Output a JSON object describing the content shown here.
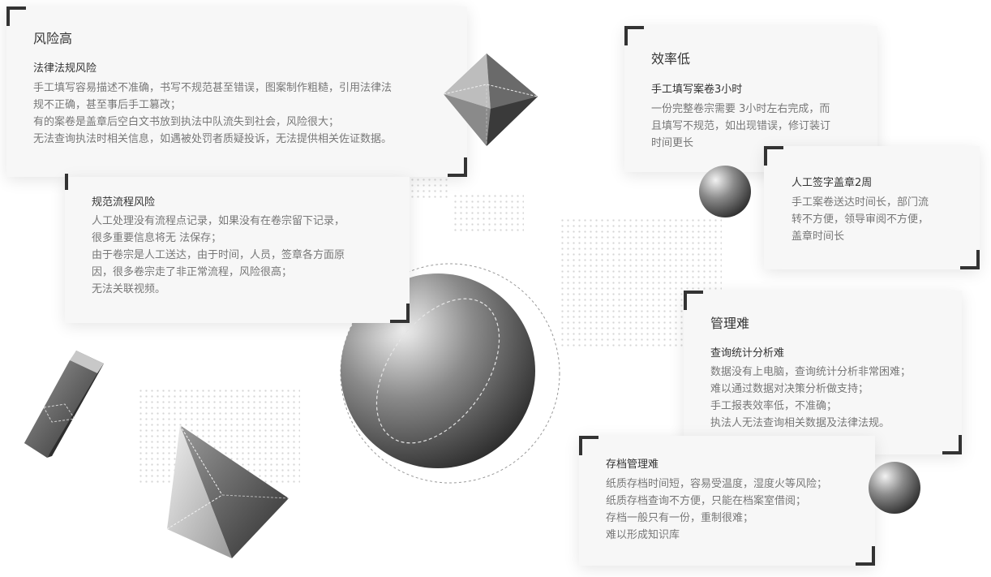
{
  "cards": {
    "risk": {
      "title": "风险高",
      "sub1": "法律法规风险",
      "body1": [
        "手工填写容易描述不准确，书写不规范甚至错误，图案制作粗糙，引用法律法",
        "规不正确，甚至事后手工篡改；",
        "有的案卷是盖章后空白文书放到执法中队流失到社会，风险很大；",
        "无法查询执法时相关信息，如遇被处罚者质疑投诉，无法提供相关佐证数据。"
      ],
      "sub2": "规范流程风险",
      "body2": [
        "人工处理没有流程点记录，如果没有在卷宗留下记录，",
        "很多重要信息将无 法保存；",
        "由于卷宗是人工送达，由于时间，人员，签章各方面原",
        "因，很多卷宗走了非正常流程，风险很高；",
        "无法关联视频。"
      ]
    },
    "efficiency": {
      "title": "效率低",
      "sub1": "手工填写案卷3小时",
      "body1": [
        "一份完整卷宗需要 3小时左右完成，而",
        "且填写不规范，如出现错误，修订装订",
        "时间更长"
      ],
      "sub2": "人工签字盖章2周",
      "body2": [
        "手工案卷送达时间长，部门流",
        "转不方便，领导审阅不方便，",
        "盖章时间长"
      ]
    },
    "management": {
      "title": "管理难",
      "sub1": "查询统计分析难",
      "body1": [
        "数据没有上电脑，查询统计分析非常困难；",
        "难以通过数据对决策分析做支持；",
        "手工报表效率低，不准确；",
        "执法人无法查询相关数据及法律法规。"
      ],
      "sub2": "存档管理难",
      "body2": [
        "纸质存档时间短，容易受温度，湿度火等风险；",
        "纸质存档查询不方便，只能在档案室借阅；",
        "存档一般只有一份，重制很难；",
        "难以形成知识库"
      ]
    }
  },
  "colors": {
    "card_bg": "#f7f7f7",
    "corner": "#333333",
    "title": "#333333",
    "body": "#777777"
  },
  "shapes": [
    "octahedron-shape",
    "large-sphere-shape",
    "small-sphere-shape",
    "bottom-sphere-shape",
    "prism-shape",
    "pyramid-shape"
  ]
}
